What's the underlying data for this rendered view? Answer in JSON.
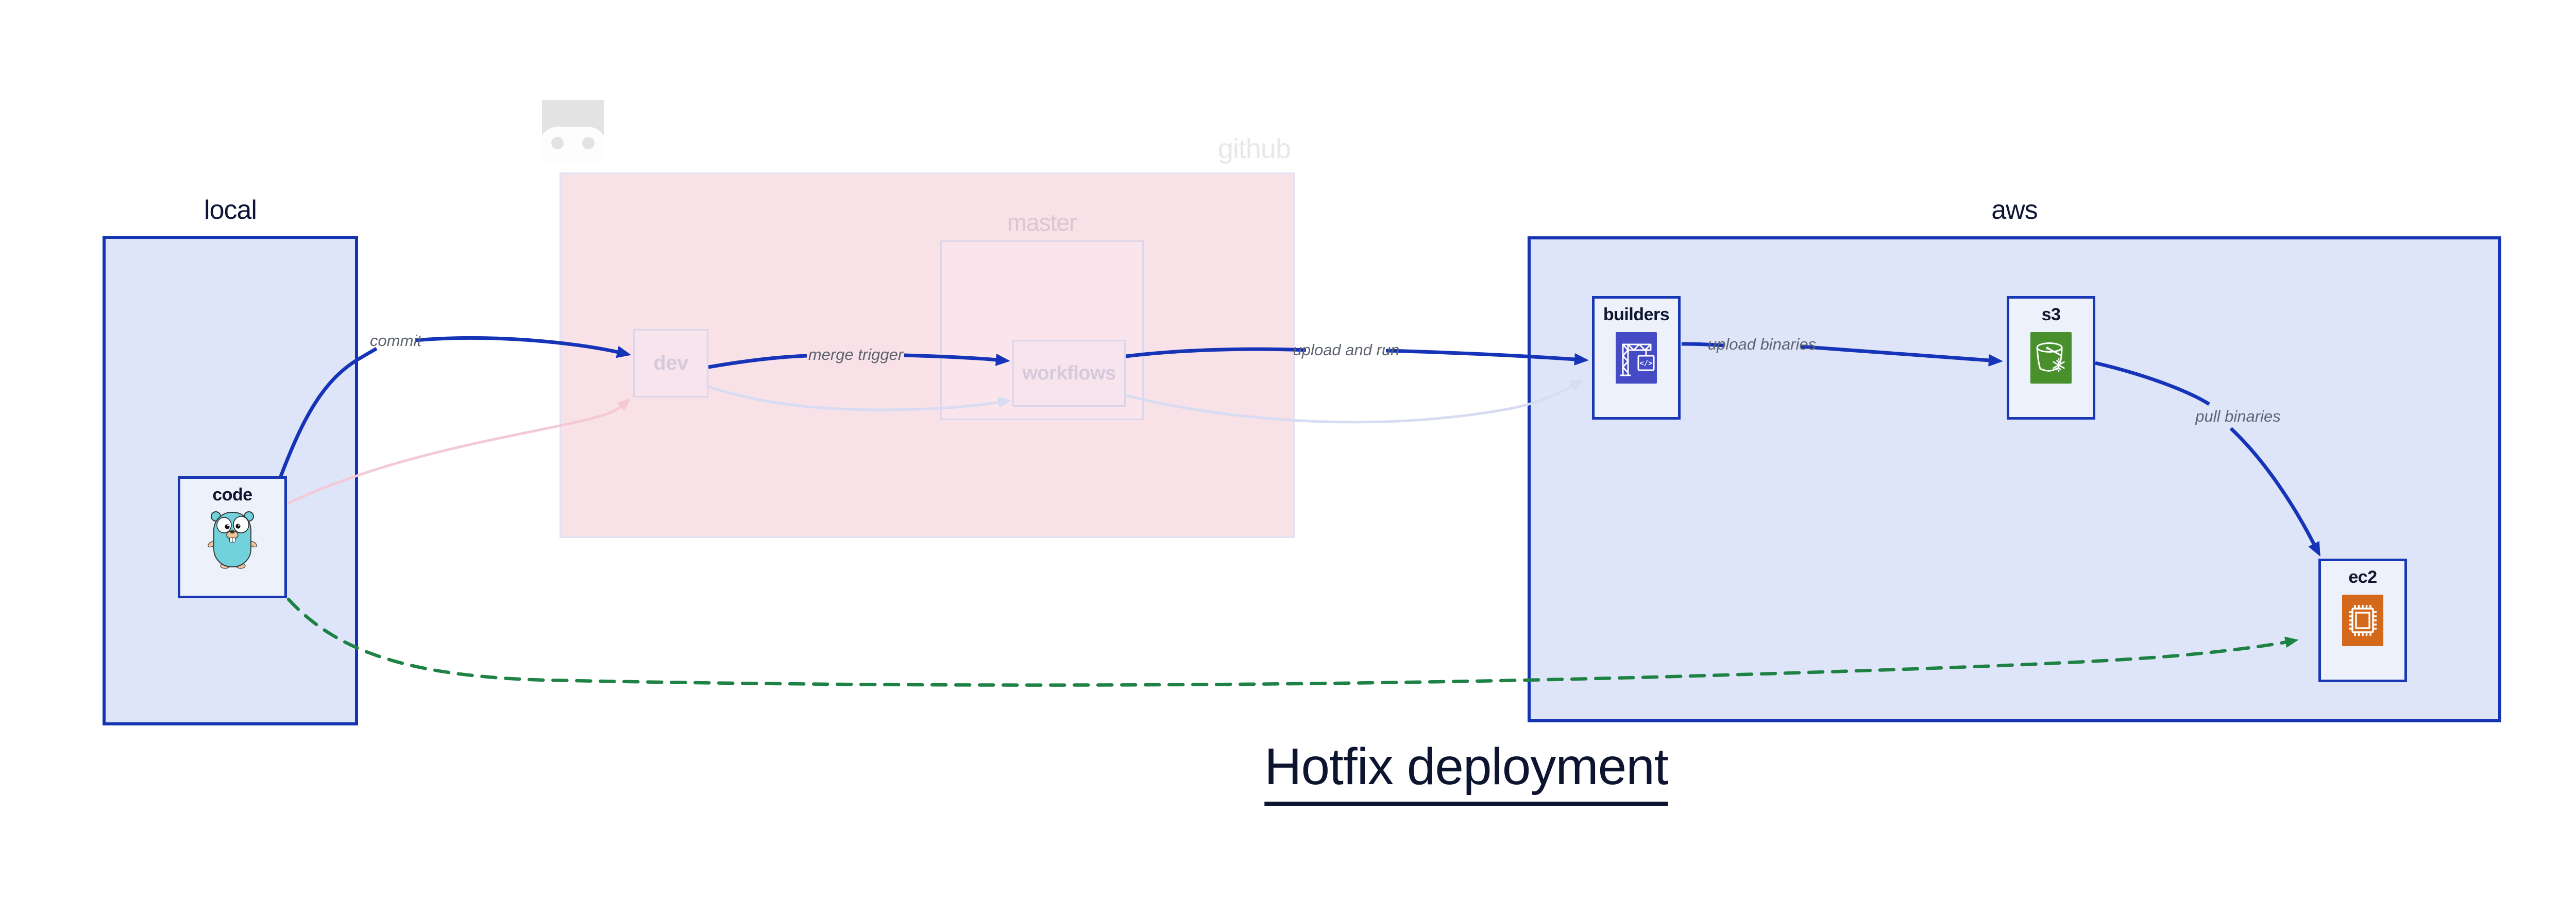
{
  "title": {
    "text": "Hotfix deployment"
  },
  "clusters": {
    "local": {
      "label": "local"
    },
    "github": {
      "label": "github"
    },
    "master": {
      "label": "master"
    },
    "aws": {
      "label": "aws"
    }
  },
  "nodes": {
    "code": {
      "label": "code",
      "icon": "gopher-icon"
    },
    "dev": {
      "label": "dev"
    },
    "workflows": {
      "label": "workflows"
    },
    "builders": {
      "label": "builders",
      "icon": "codebuild-crane-icon"
    },
    "s3": {
      "label": "s3",
      "icon": "s3-bucket-snowflake-icon"
    },
    "ec2": {
      "label": "ec2",
      "icon": "ec2-chip-icon"
    }
  },
  "edges": {
    "commit": {
      "label": "commit",
      "from": "code",
      "to": "dev",
      "style": "solid-blue"
    },
    "merge_trigger": {
      "label": "merge trigger",
      "from": "dev",
      "to": "workflows",
      "style": "solid-blue"
    },
    "upload_and_run": {
      "label": "upload and run",
      "from": "workflows",
      "to": "builders",
      "style": "solid-blue"
    },
    "upload_binaries": {
      "label": "upload binaries",
      "from": "builders",
      "to": "s3",
      "style": "solid-blue"
    },
    "pull_binaries": {
      "label": "pull binaries",
      "from": "s3",
      "to": "ec2",
      "style": "solid-blue"
    },
    "deploy": {
      "label": "",
      "from": "code",
      "to": "ec2",
      "style": "dashed-green"
    },
    "faded_commit": {
      "label": "",
      "from": "code",
      "to": "dev",
      "style": "faded-pink"
    },
    "faded_merge": {
      "label": "",
      "from": "dev",
      "to": "workflows",
      "style": "faded-lavender"
    },
    "faded_run": {
      "label": "",
      "from": "workflows",
      "to": "builders",
      "style": "faded-lavender"
    }
  },
  "colors": {
    "accent_blue": "#1634b8",
    "cluster_fill": "#dfe5f8",
    "cluster_border": "#1434b4",
    "github_pink_fill": "#f8e2e8",
    "faded_border": "#dbd5ec",
    "node_fill": "#edf1fc",
    "green_dashed": "#1e8245",
    "faded_pink_edge": "#f3c9d5",
    "faded_lavender_edge": "#d7dcf2",
    "edge_label_gray": "#5e6370",
    "title_navy": "#0d1430",
    "codebuild_icon_bg": "#444bc4",
    "s3_icon_bg": "#47902c",
    "ec2_icon_bg": "#d4691c",
    "gopher_teal": "#72d2dc"
  }
}
